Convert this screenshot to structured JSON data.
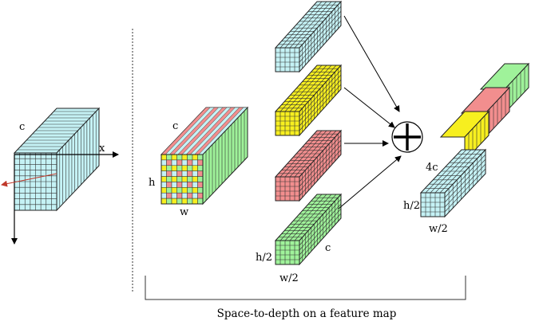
{
  "colors": {
    "cyan": "#c5f2f5",
    "yellow": "#f7ef1f",
    "red": "#f28e8e",
    "green": "#9ff29a",
    "grid": "#222222",
    "arrow_axis": "#c0392b"
  },
  "labels": {
    "input_c": "c",
    "axis_x": "x",
    "mid_c": "c",
    "mid_h": "h",
    "mid_w": "w",
    "slice_h": "h/2",
    "slice_c": "c",
    "slice_w": "w/2",
    "out_c": "4c",
    "out_h": "h/2",
    "out_w": "w/2",
    "caption": "Space-to-depth on a feature map"
  },
  "icons": {
    "combine": "plus-circle-icon"
  }
}
